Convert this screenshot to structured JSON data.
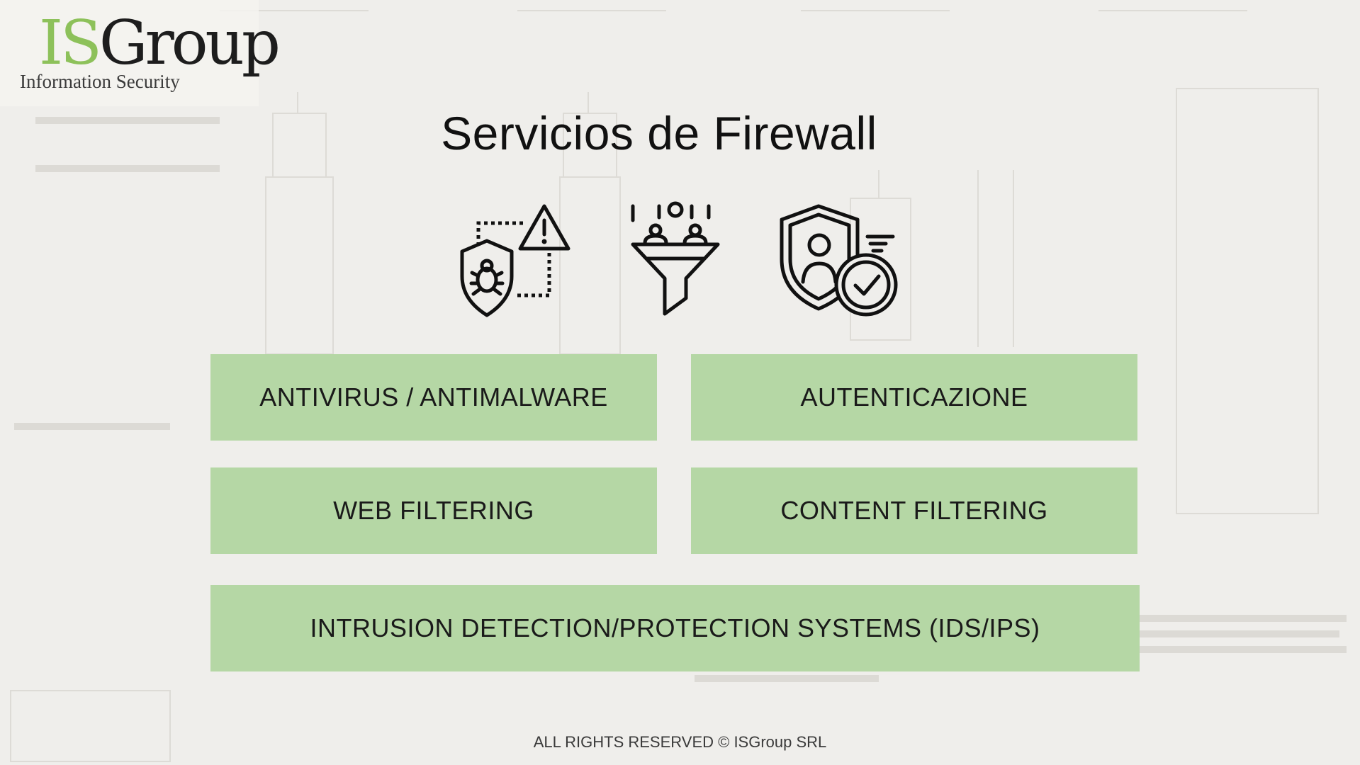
{
  "logo": {
    "is": "IS",
    "group": "Group",
    "subtitle": "Information Security"
  },
  "title": "Servicios de Firewall",
  "icons": [
    "shield-bug-warning-icon",
    "filter-funnel-icon",
    "user-shield-check-icon"
  ],
  "services": {
    "antivirus": "ANTIVIRUS / ANTIMALWARE",
    "autenticazione": "AUTENTICAZIONE",
    "web_filtering": "WEB FILTERING",
    "content_filtering": "CONTENT FILTERING",
    "ids_ips": "INTRUSION DETECTION/PROTECTION SYSTEMS (IDS/IPS)"
  },
  "footer": "ALL RIGHTS RESERVED © ISGroup SRL",
  "colors": {
    "background": "#efeeeb",
    "box": "#b5d7a5",
    "logo_accent": "#8dc15a"
  }
}
